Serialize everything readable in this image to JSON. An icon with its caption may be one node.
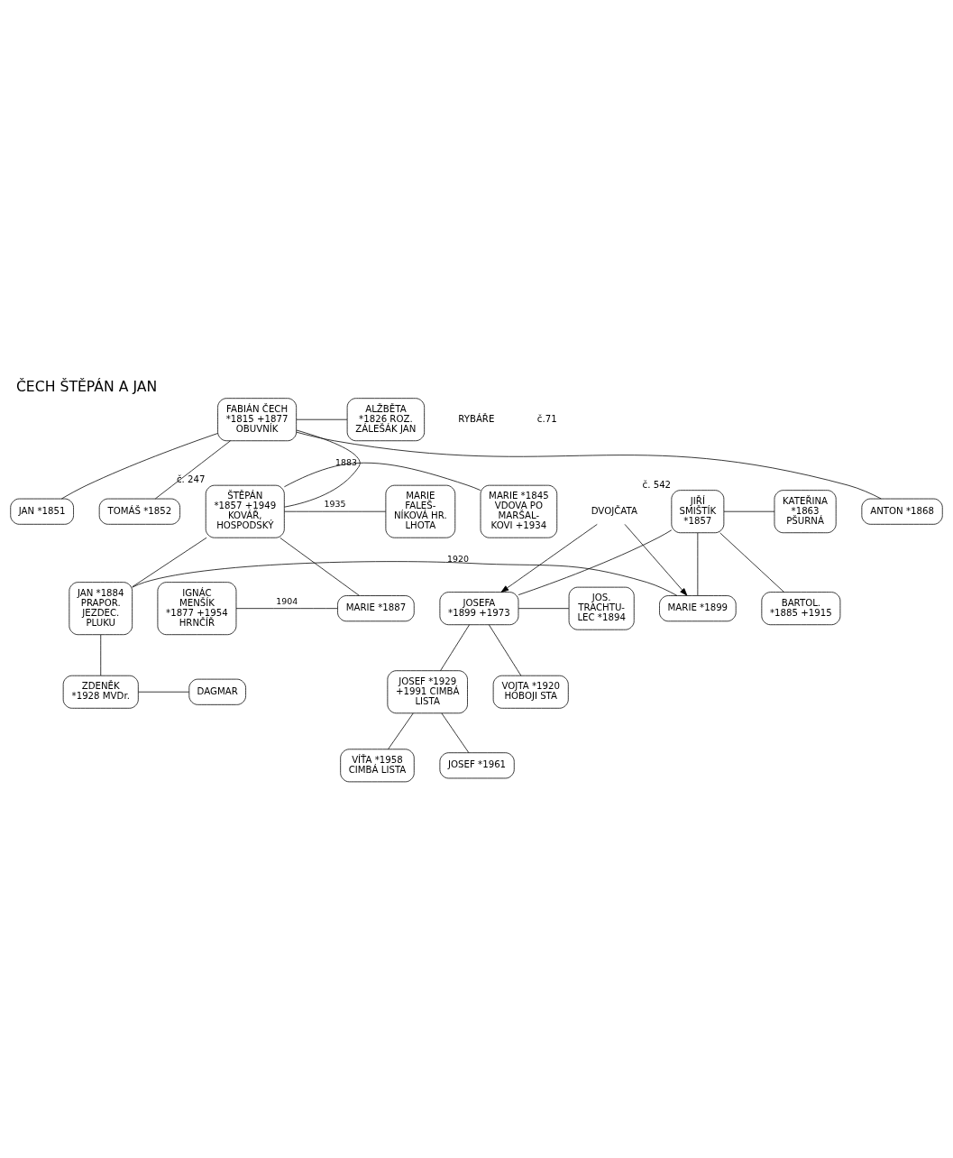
{
  "diagram": {
    "title": "ČECH ŠTĚPÁN A JAN",
    "nodes": [
      {
        "text": [
          "FABIÁN ČECH *1815 +1877 OBUVNÍK"
        ]
      },
      {
        "text": [
          "ALŽBĚTA *1826 ROZ. ZÁLEŠÁK JAN"
        ]
      },
      {
        "text": [
          "JAN *1851"
        ]
      },
      {
        "text": [
          "TOMÁŠ *1852"
        ]
      },
      {
        "text": [
          "ŠTĚPÁN *1857 +1949 KOVÁŘ, HOSPODSKÝ"
        ],
        "beside": [
          "č. 247"
        ]
      },
      {
        "text": [
          "MARIE *1845 VDOVA PO MARŠAL- KOVI +1934"
        ]
      },
      {
        "text": [
          "MARIE FALEŠ- NÍKOVÁ HR. LHOTA"
        ]
      },
      {
        "text": [
          "ANTON *1868"
        ]
      },
      {
        "text": [
          "JIŘÍ SMIŠTÍK *1857"
        ],
        "beside": [
          "č. 542"
        ]
      },
      {
        "text": [
          "KATEŘINA *1863 PŠURNÁ"
        ]
      },
      {
        "text": [
          "BARTOL. *1885 +1915"
        ]
      },
      {
        "text": [
          "IGNÁC MENŠÍK *1877 +1954 HRNČÍŘ"
        ]
      },
      {
        "text": [
          "MARIE *1887"
        ]
      },
      {
        "text": [
          "JAN *1884 PRAPOR. JEZDEC. PLUKU"
        ]
      },
      {
        "text": [
          "MARIE *1899"
        ]
      },
      {
        "text": [
          "DVOJČATA"
        ]
      },
      {
        "text": [
          "JOSEFA *1899 +1973"
        ]
      },
      {
        "text": [
          "JOS. TRACHTU- LEC *1894"
        ]
      },
      {
        "text": [
          "ZDENĚK *1928 MVDr."
        ]
      },
      {
        "text": [
          "DAGMAR"
        ]
      },
      {
        "text": [
          "VOJTA *1920 HOBOJI STA"
        ]
      },
      {
        "text": [
          "JOSEF *1929 +1991 CIMBÁ LISTA"
        ]
      },
      {
        "text": [
          "VÍŤA *1958 CIMBÁ LISTA"
        ]
      },
      {
        "text": [
          "JOSEF *1961"
        ]
      }
    ],
    "edges": [
      {
        "from": 0,
        "to": 1,
        "arrow": "none"
      },
      {
        "from": 0,
        "to": 2,
        "arrow": "none"
      },
      {
        "from": 0,
        "to": 3,
        "arrow": "none"
      },
      {
        "from": 0,
        "to": 4,
        "arrow": "none"
      },
      {
        "from": 0,
        "to": 7,
        "arrow": "none"
      },
      {
        "from": 4,
        "to": 5,
        "arrow": "none",
        "label": "1883"
      },
      {
        "from": 4,
        "to": 6,
        "arrow": "none",
        "label": "1935"
      },
      {
        "from": 8,
        "to": 9,
        "arrow": "none"
      },
      {
        "from": 8,
        "to": 10,
        "arrow": "none"
      },
      {
        "from": 8,
        "to": 14,
        "arrow": "none"
      },
      {
        "from": 8,
        "to": 16,
        "arrow": "none"
      },
      {
        "from": 4,
        "to": 12,
        "arrow": "none"
      },
      {
        "from": 4,
        "to": 13,
        "arrow": "none"
      },
      {
        "from": 11,
        "to": 12,
        "arrow": "none",
        "label": "1904"
      },
      {
        "from": 13,
        "to": 14,
        "arrow": "none",
        "label": "1920"
      },
      {
        "from": 15,
        "to": 14,
        "arrow": "to"
      },
      {
        "from": 15,
        "to": 16,
        "arrow": "to"
      },
      {
        "from": 16,
        "to": 17,
        "arrow": "none"
      },
      {
        "from": 13,
        "to": 18,
        "arrow": "none"
      },
      {
        "from": 18,
        "to": 19,
        "arrow": "none"
      },
      {
        "from": 16,
        "to": 20,
        "arrow": "none"
      },
      {
        "from": 16,
        "to": 21,
        "arrow": "none"
      },
      {
        "from": 21,
        "to": 22,
        "arrow": "none"
      },
      {
        "from": 21,
        "to": 23,
        "arrow": "none"
      }
    ],
    "labels": [
      "RYBÁŘE",
      "č.71"
    ]
  }
}
